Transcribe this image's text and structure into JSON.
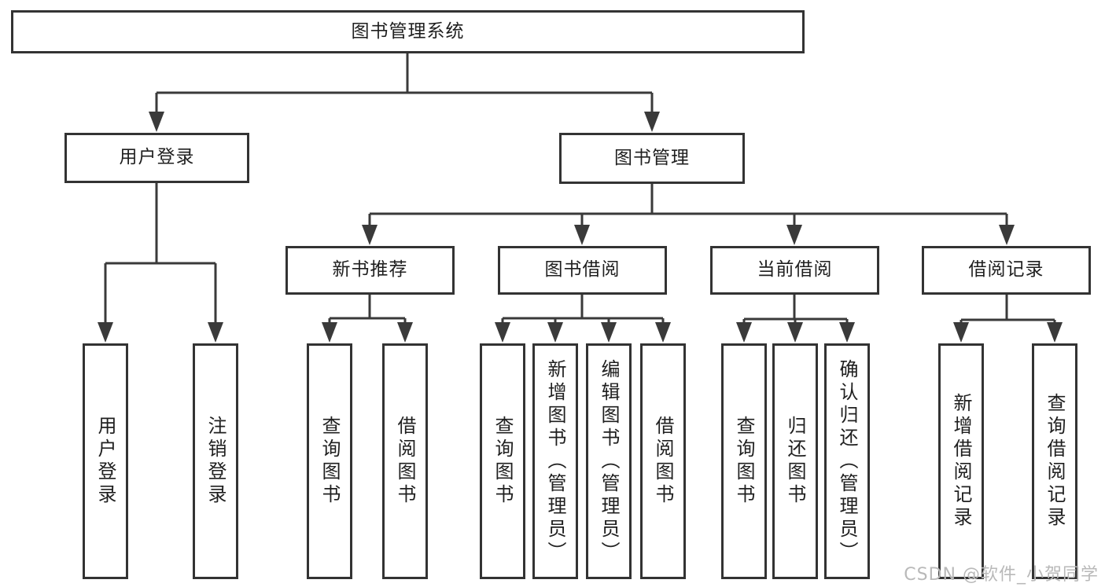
{
  "tree": {
    "label": "图书管理系统",
    "children": [
      {
        "label": "用户登录",
        "children": [
          {
            "label": "用户登录"
          },
          {
            "label": "注销登录"
          }
        ]
      },
      {
        "label": "图书管理",
        "children": [
          {
            "label": "新书推荐",
            "children": [
              {
                "label": "查询图书"
              },
              {
                "label": "借阅图书"
              }
            ]
          },
          {
            "label": "图书借阅",
            "children": [
              {
                "label": "查询图书"
              },
              {
                "label": "新增图书（管理员）"
              },
              {
                "label": "编辑图书（管理员）"
              },
              {
                "label": "借阅图书"
              }
            ]
          },
          {
            "label": "当前借阅",
            "children": [
              {
                "label": "查询图书"
              },
              {
                "label": "归还图书"
              },
              {
                "label": "确认归还（管理员）"
              }
            ]
          },
          {
            "label": "借阅记录",
            "children": [
              {
                "label": "新增借阅记录"
              },
              {
                "label": "查询借阅记录"
              }
            ]
          }
        ]
      }
    ]
  },
  "watermark": {
    "text": "CSDN @软件_小贺同学"
  },
  "colors": {
    "line": "#3a3a3a",
    "border": "#333333",
    "text": "#1f1f1f",
    "background": "#ffffff",
    "watermark": "#b9b9b9"
  }
}
